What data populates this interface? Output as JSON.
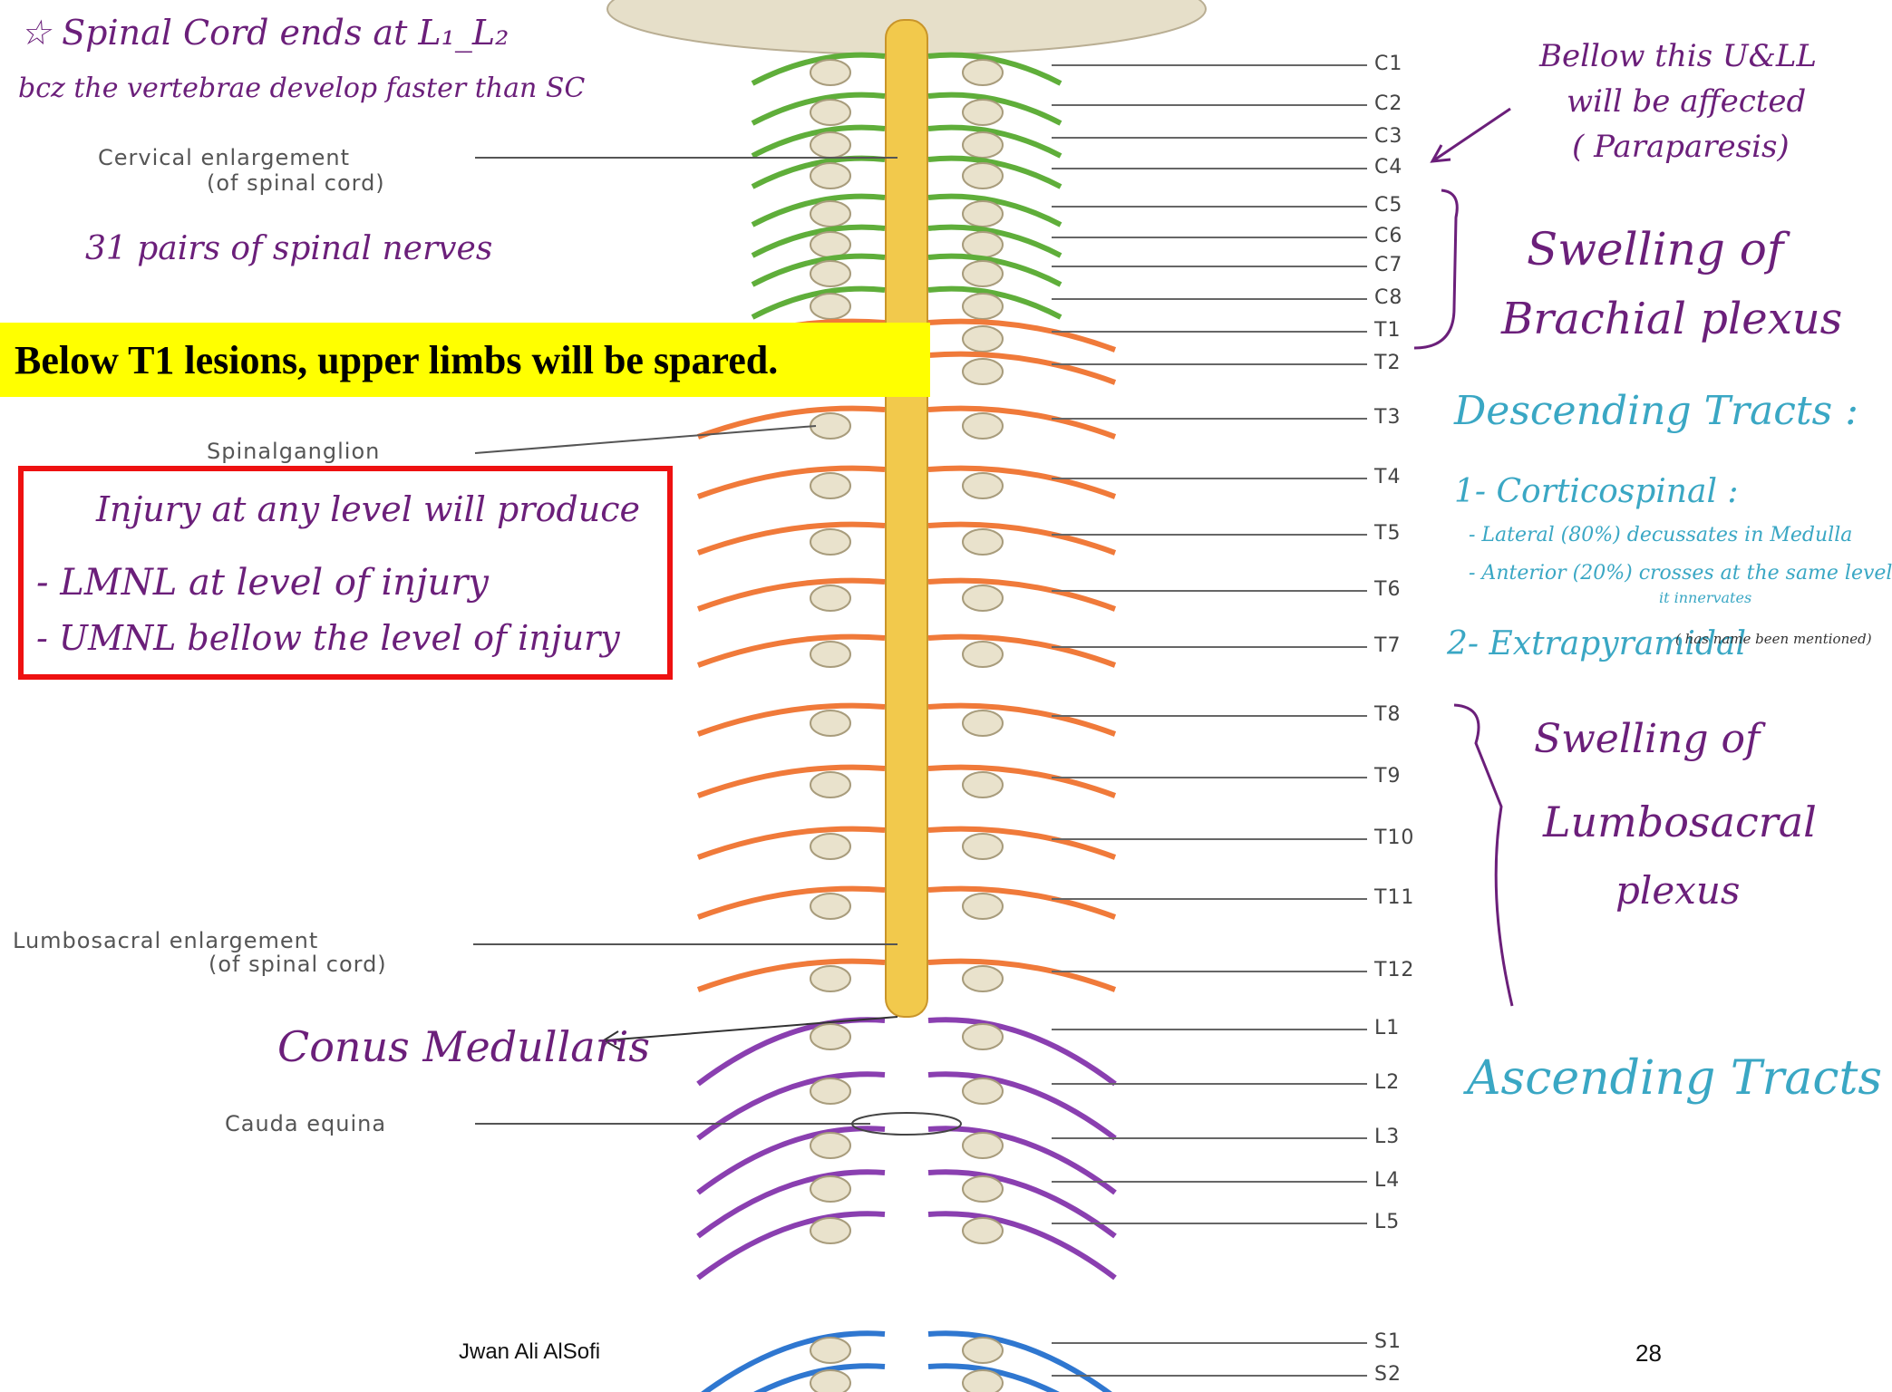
{
  "notes": {
    "star_line1": "☆ Spinal Cord ends at L₁_L₂",
    "star_line2": "bcz the vertebrae develop faster than SC",
    "pairs": "31 pairs of spinal nerves",
    "bellow_line1": "Bellow this U&LL",
    "bellow_line2": "will be affected",
    "bellow_line3": "( Paraparesis)",
    "brachial_line1": "Swelling of",
    "brachial_line2": "Brachial plexus",
    "lumbo_line1": "Swelling of",
    "lumbo_line2": "Lumbosacral",
    "lumbo_line3": "plexus",
    "conus": "Conus Medullaris"
  },
  "tracts": {
    "descending": "Descending Tracts :",
    "corticospinal": "1- Corticospinal :",
    "lateral": "- Lateral (80%) decussates in Medulla",
    "anterior": "- Anterior (20%) crosses at the same level",
    "anterior_cont": "it innervates",
    "extrapyramidal": "2- Extrapyramidal",
    "extrapyramidal_note": "( has name been mentioned)",
    "ascending": "Ascending Tracts"
  },
  "banner": "Below T1 lesions, upper limbs will be spared.",
  "injury_box": {
    "line1": "Injury at any level will produce",
    "line2": "- LMNL at level of injury",
    "line3": "- UMNL bellow the level of injury"
  },
  "labels": {
    "cervical_1": "Cervical enlargement",
    "cervical_2": "(of spinal cord)",
    "spinal_ganglion": "Spinalganglion",
    "lumbosacral_1": "Lumbosacral enlargement",
    "lumbosacral_2": "(of spinal cord)",
    "cauda": "Cauda equina"
  },
  "levels": [
    "C1",
    "C2",
    "C3",
    "C4",
    "C5",
    "C6",
    "C7",
    "C8",
    "T1",
    "T2",
    "T3",
    "T4",
    "T5",
    "T6",
    "T7",
    "T8",
    "T9",
    "T10",
    "T11",
    "T12",
    "L1",
    "L2",
    "L3",
    "L4",
    "L5",
    "S1",
    "S2"
  ],
  "footer": {
    "author": "Jwan Ali AlSofi",
    "page": "28"
  },
  "colors": {
    "cervical": "#5fae3a",
    "thoracic": "#f07a3a",
    "lumbar": "#8a3fb0",
    "sacral": "#2f77d0",
    "cord": "#f2c94c"
  }
}
